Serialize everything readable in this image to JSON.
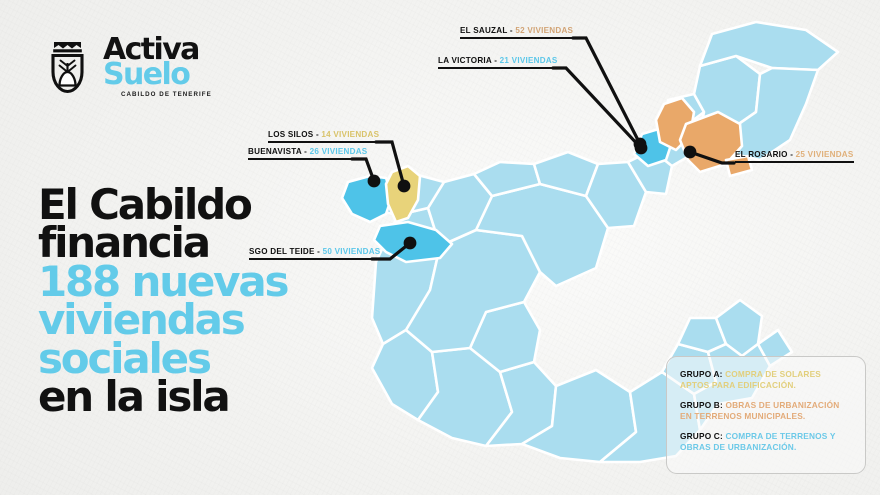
{
  "brand": {
    "crest_icon": "cabildo-tenerife-crest-icon",
    "line1": "Activa",
    "line2": "Suelo",
    "subtitle": "CABILDO DE TENERIFE",
    "color_dark": "#121212",
    "color_accent": "#63cbe9"
  },
  "headline": {
    "lines": [
      {
        "text": "El Cabildo",
        "accent": false
      },
      {
        "text": "financia",
        "accent": false
      },
      {
        "text": "188 nuevas",
        "accent": true
      },
      {
        "text": "viviendas",
        "accent": true
      },
      {
        "text": "sociales",
        "accent": true
      },
      {
        "text": "en la isla",
        "accent": false
      }
    ],
    "total_homes": "188"
  },
  "map": {
    "island_name": "Tenerife",
    "base_fill": "#aaddef",
    "border_stroke": "#ffffff",
    "group_colors": {
      "A": "#e8d37a",
      "B": "#e9a869",
      "C": "#4ec3e8"
    }
  },
  "callouts": [
    {
      "id": "los-silos",
      "municipality": "LOS SILOS",
      "separator": "-",
      "count_label": "14 VIVIENDAS",
      "count": 14,
      "group": "A",
      "color": "#d9c36a"
    },
    {
      "id": "buenavista",
      "municipality": "BUENAVISTA",
      "separator": "-",
      "count_label": "26 VIVIENDAS",
      "count": 26,
      "group": "C",
      "color": "#5cc7e9"
    },
    {
      "id": "sgo-del-teide",
      "municipality": "SGO DEL TEIDE",
      "separator": "-",
      "count_label": "50 VIVIENDAS",
      "count": 50,
      "group": "C",
      "color": "#5cc7e9"
    },
    {
      "id": "el-sauzal",
      "municipality": "EL SAUZAL",
      "separator": "-",
      "count_label": "52 VIVIENDAS",
      "count": 52,
      "group": "B",
      "color": "#d2a476"
    },
    {
      "id": "la-victoria",
      "municipality": "LA VICTORIA",
      "separator": "-",
      "count_label": "21 VIVIENDAS",
      "count": 21,
      "group": "C",
      "color": "#5cc7e9"
    },
    {
      "id": "el-rosario",
      "municipality": "EL ROSARIO",
      "separator": "-",
      "count_label": "25 VIVIENDAS",
      "count": 25,
      "group": "B",
      "color": "#e0b07a"
    }
  ],
  "legend": [
    {
      "key": "GRUPO A:",
      "description": "COMPRA DE SOLARES APTOS PARA EDIFICACIÓN.",
      "color": "#e2cf7c"
    },
    {
      "key": "GRUPO B:",
      "description": "OBRAS DE URBANIZACIÓN EN TERRENOS MUNICIPALES.",
      "color": "#e3ab79"
    },
    {
      "key": "GRUPO C:",
      "description": "COMPRA DE TERRENOS Y OBRAS DE URBANIZACIÓN.",
      "color": "#6cc9e8"
    }
  ]
}
